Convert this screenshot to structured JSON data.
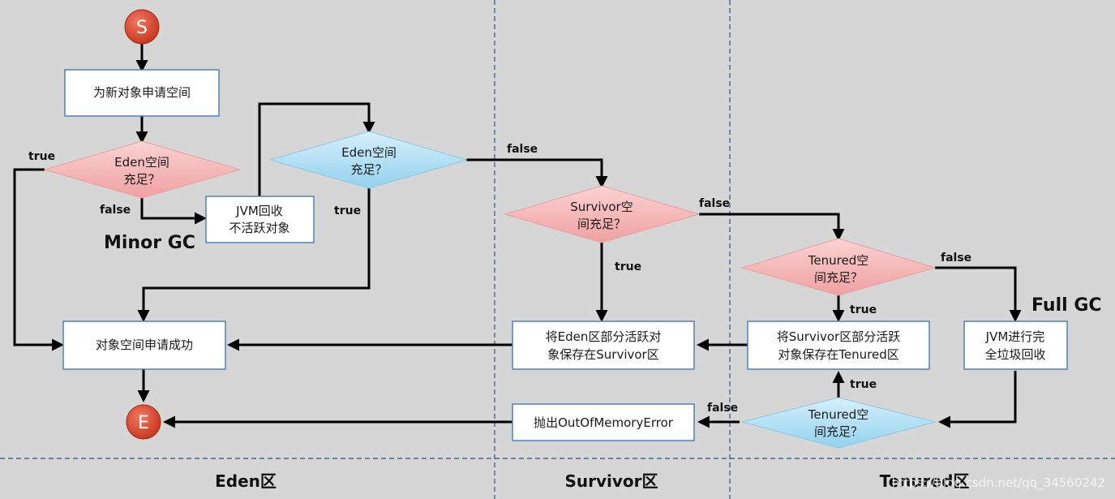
{
  "nodes": {
    "start": "S",
    "end": "E",
    "alloc": "为新对象申请空间",
    "eden_check_1": [
      "Eden空间",
      "充足？"
    ],
    "jvm_minor": [
      "JVM回收",
      "不活跃对象"
    ],
    "eden_check_2": [
      "Eden空间",
      "充足？"
    ],
    "survivor_check": [
      "Survivor空",
      "间充足？"
    ],
    "tenured_check_1": [
      "Tenured空",
      "间充足？"
    ],
    "full_gc_action": [
      "JVM进行完",
      "全垃圾回收"
    ],
    "move_to_survivor": [
      "将Eden区部分活跃对",
      "象保存在Survivor区"
    ],
    "move_to_tenured": [
      "将Survivor区部分活跃",
      "对象保存在Tenured区"
    ],
    "alloc_success": "对象空间申请成功",
    "tenured_check_2": [
      "Tenured空",
      "间充足？"
    ],
    "oom": "抛出OutOfMemoryError"
  },
  "labels": {
    "minor_gc": "Minor GC",
    "full_gc": "Full GC",
    "true": "true",
    "false": "false"
  },
  "zones": {
    "eden": "Eden区",
    "survivor": "Survivor区",
    "tenured": "Tenured区"
  },
  "watermark": "https://blog.csdn.net/qq_34560242",
  "colors": {
    "background": "#d6d6d6",
    "box_fill": "#ffffff",
    "box_stroke": "#4f81bd",
    "diamond_pink": "#f4b7b7",
    "diamond_blue": "#b7e1f3",
    "terminal": "#d9412b",
    "divider": "#2f4f7f"
  }
}
